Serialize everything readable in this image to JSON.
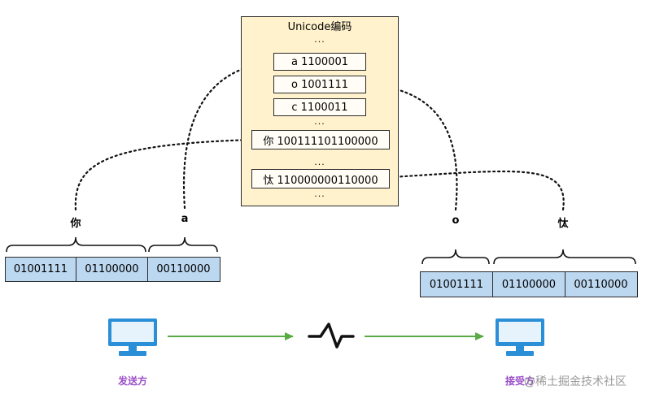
{
  "unicode_panel": {
    "title": "Unicode编码",
    "ellipsis": "...",
    "entries": [
      {
        "char": "a",
        "code": "a 1100001"
      },
      {
        "char": "o",
        "code": "o 1001111"
      },
      {
        "char": "c",
        "code": "c 1100011"
      },
      {
        "char": "你",
        "code": "你 100111101100000"
      },
      {
        "char": "忲",
        "code": "忲 110000000110000"
      }
    ]
  },
  "sender": {
    "bytes": [
      "01001111",
      "01100000",
      "00110000"
    ],
    "groups": [
      {
        "label": "你"
      },
      {
        "label": "a"
      }
    ],
    "label": "发送方"
  },
  "receiver": {
    "bytes": [
      "01001111",
      "01100000",
      "00110000"
    ],
    "groups": [
      {
        "label": "o"
      },
      {
        "label": "忲"
      }
    ],
    "label": "接受方"
  },
  "watermark": "@稀土掘金技术社区",
  "colors": {
    "panel_fill": "#fff2cc",
    "byte_fill": "#bcd7f0",
    "arrow_green": "#5aaa46",
    "monitor_blue": "#2b8fd8",
    "label_purple": "#9b4fc9"
  }
}
